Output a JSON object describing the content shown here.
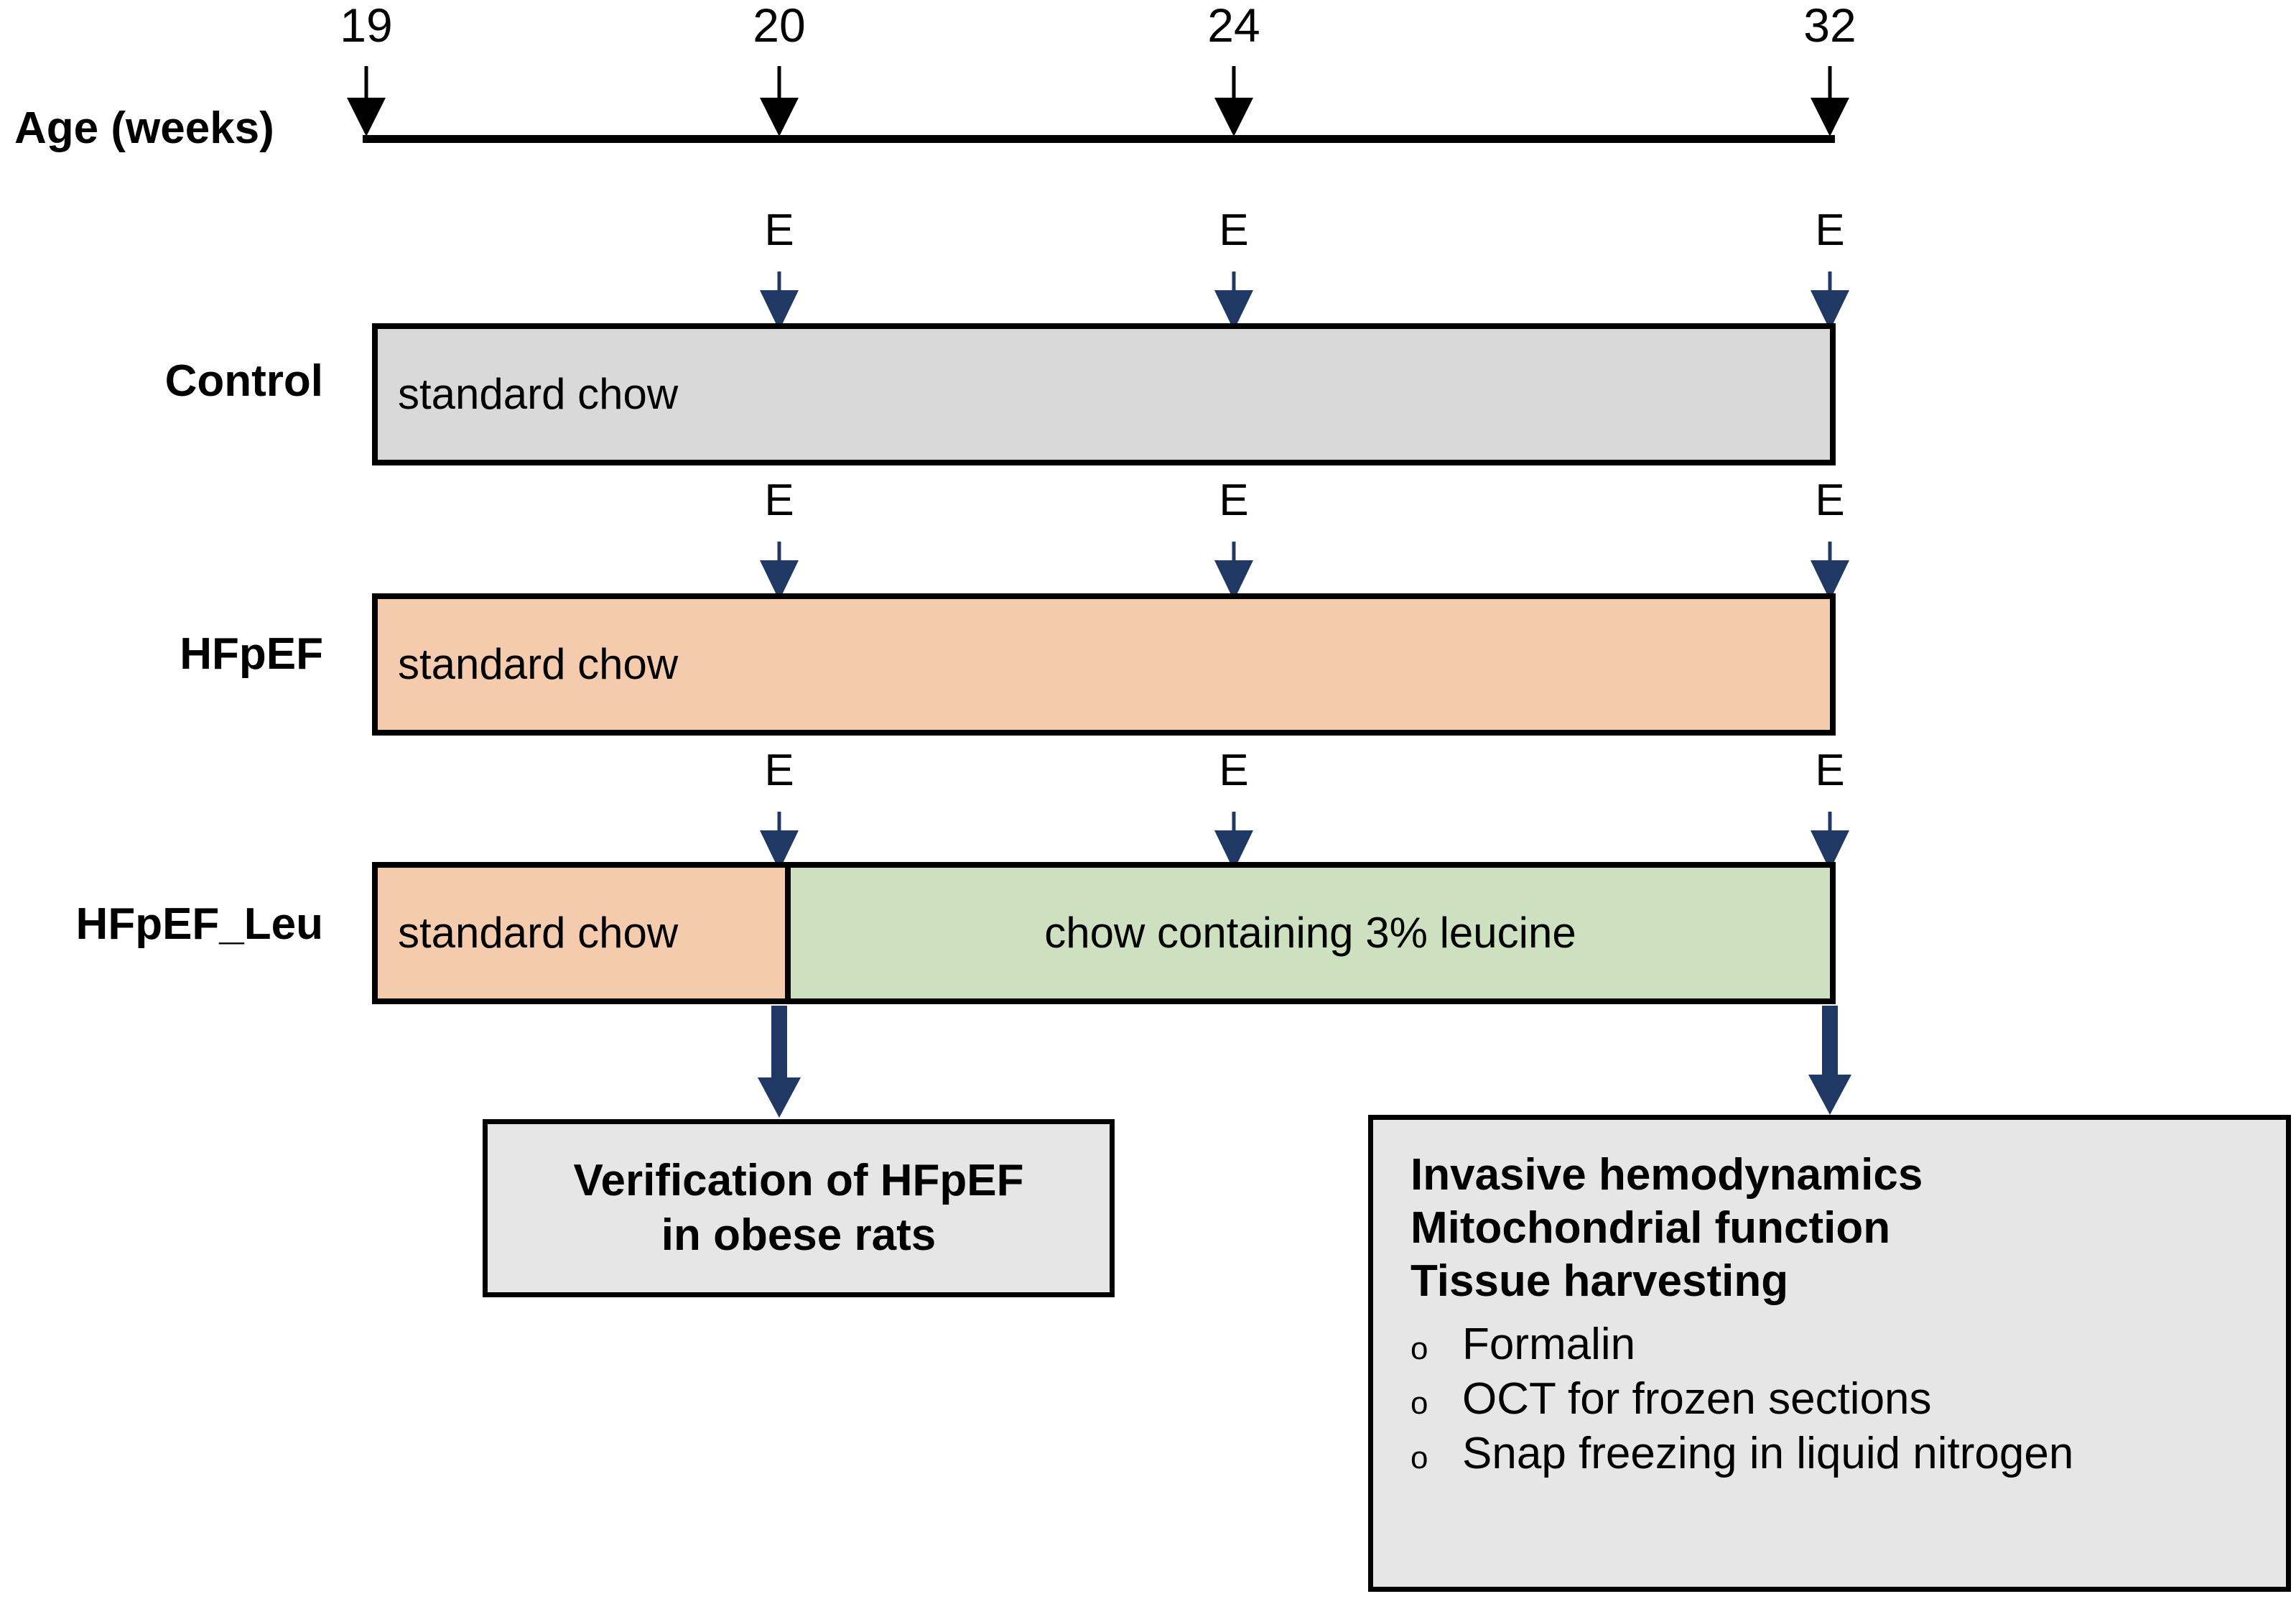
{
  "diagram": {
    "title_row_label": "Age (weeks)",
    "timeline": {
      "unit": "weeks",
      "ticks": [
        {
          "label": "19",
          "week": 19
        },
        {
          "label": "20",
          "week": 20
        },
        {
          "label": "24",
          "week": 24
        },
        {
          "label": "32",
          "week": 32
        }
      ]
    },
    "echo_marker_label": "E",
    "groups": [
      {
        "label": "Control",
        "segments": [
          {
            "text": "standard chow",
            "color": "#d9d9d9",
            "from_week": 19,
            "to_week": 32
          }
        ],
        "echo_weeks": [
          20,
          24,
          32
        ]
      },
      {
        "label": "HFpEF",
        "segments": [
          {
            "text": "standard chow",
            "color": "#f5cbad",
            "from_week": 19,
            "to_week": 32
          }
        ],
        "echo_weeks": [
          20,
          24,
          32
        ]
      },
      {
        "label": "HFpEF_Leu",
        "segments": [
          {
            "text": "standard chow",
            "color": "#f5cbad",
            "from_week": 19,
            "to_week": 20
          },
          {
            "text": "chow containing  3% leucine",
            "color": "#cde0c0",
            "from_week": 20,
            "to_week": 32
          }
        ],
        "echo_weeks": [
          20,
          24,
          32
        ]
      }
    ],
    "outcome_boxes": [
      {
        "at_week": 20,
        "style": "centered",
        "lines": [
          "Verification of HFpEF",
          "in obese rats"
        ],
        "bullets": []
      },
      {
        "at_week": 32,
        "style": "left",
        "lines": [
          "Invasive hemodynamics",
          "Mitochondrial function",
          "Tissue harvesting"
        ],
        "bullets": [
          "Formalin",
          "OCT for frozen sections",
          "Snap freezing in liquid nitrogen"
        ],
        "bullet_marker": "o"
      }
    ],
    "colors": {
      "control_fill": "#d9d9d9",
      "hfpef_fill": "#f5cbad",
      "leucine_fill": "#cde0c0",
      "box_fill": "#e7e6e6",
      "arrow_navy": "#1f3864",
      "stroke": "#000000"
    }
  }
}
